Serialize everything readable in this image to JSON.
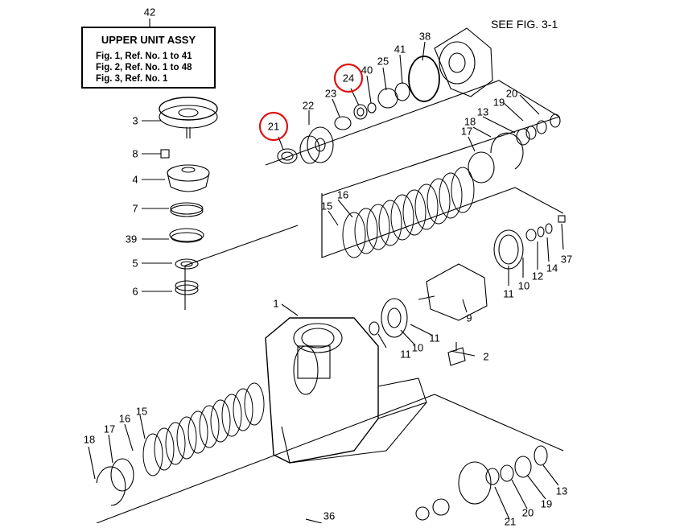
{
  "legend": {
    "ref_number": "42",
    "title": "UPPER UNIT ASSY",
    "lines": [
      "Fig. 1, Ref. No. 1 to 41",
      "Fig. 2, Ref. No. 1 to 48",
      "Fig. 3, Ref. No. 1"
    ]
  },
  "see_fig": "SEE FIG. 3-1",
  "highlight_color": "#e01010",
  "highlighted_parts": [
    "21",
    "24"
  ],
  "callouts": {
    "c3": "3",
    "c8": "8",
    "c4": "4",
    "c7": "7",
    "c39": "39",
    "c5": "5",
    "c6": "6",
    "c21": "21",
    "c22": "22",
    "c23": "23",
    "c24": "24",
    "c40": "40",
    "c25": "25",
    "c41": "41",
    "c38": "38",
    "c17a": "17",
    "c18a": "18",
    "c13a": "13",
    "c19a": "19",
    "c20a": "20",
    "c16a": "16",
    "c15a": "15",
    "c1": "1",
    "c9": "9",
    "c11a": "11",
    "c10a": "10",
    "c12": "12",
    "c14": "14",
    "c37": "37",
    "c11b": "11",
    "c10b": "10",
    "c11c": "11",
    "c2": "2",
    "c18b": "18",
    "c17b": "17",
    "c16b": "16",
    "c15b": "15",
    "c36": "36",
    "c13b": "13",
    "c19b": "19",
    "c20b": "20",
    "c21b": "21"
  }
}
